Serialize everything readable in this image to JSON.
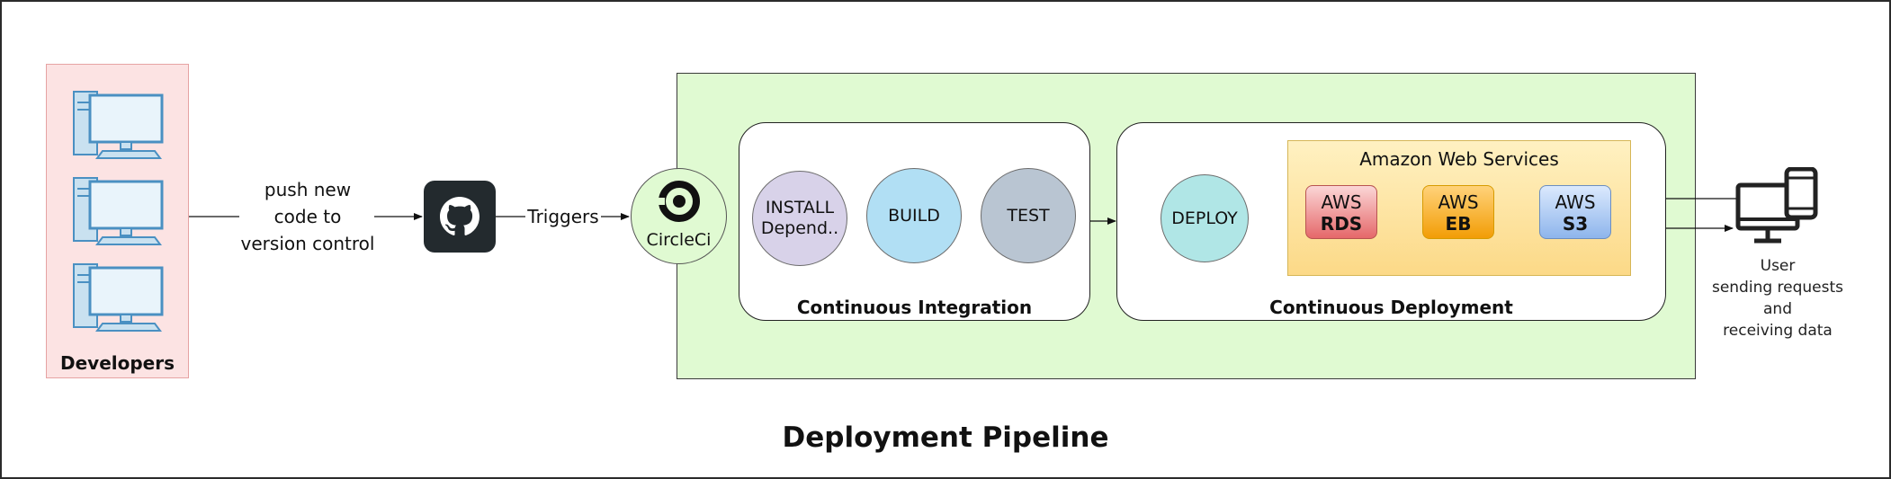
{
  "developers": {
    "label": "Developers",
    "icon": "desktop-computer-icon"
  },
  "push_text": [
    "push new",
    "code to",
    "version control"
  ],
  "github": {
    "icon": "github-icon"
  },
  "triggers_label": "Triggers",
  "circleci": {
    "label": "CircleCi",
    "icon": "circleci-icon"
  },
  "ci": {
    "title": "Continuous Integration",
    "install_lines": [
      "INSTALL",
      "Depend.."
    ],
    "build": "BUILD",
    "test": "TEST"
  },
  "cd": {
    "title": "Continuous Deployment",
    "deploy": "DEPLOY",
    "aws_title": "Amazon Web Services",
    "rds": {
      "line1": "AWS",
      "line2": "RDS"
    },
    "eb": {
      "line1": "AWS",
      "line2": "EB"
    },
    "s3": {
      "line1": "AWS",
      "line2": "S3"
    }
  },
  "user": {
    "icon": "desktop-and-phone-icon",
    "lines": [
      "User",
      "sending requests",
      "and",
      "receiving data"
    ]
  },
  "title": "Deployment Pipeline",
  "colors": {
    "developers_fill": "#fce3e3",
    "pipeline_fill": "#e0fad2",
    "install_fill": "#d8d2e9",
    "build_fill": "#b1dff4",
    "test_fill": "#b9c5d2",
    "deploy_fill": "#b0e6e6",
    "aws_fill": "#fcd987",
    "rds_fill": "#e5686a",
    "eb_fill": "#f29d06",
    "s3_fill": "#8eb5ec"
  }
}
